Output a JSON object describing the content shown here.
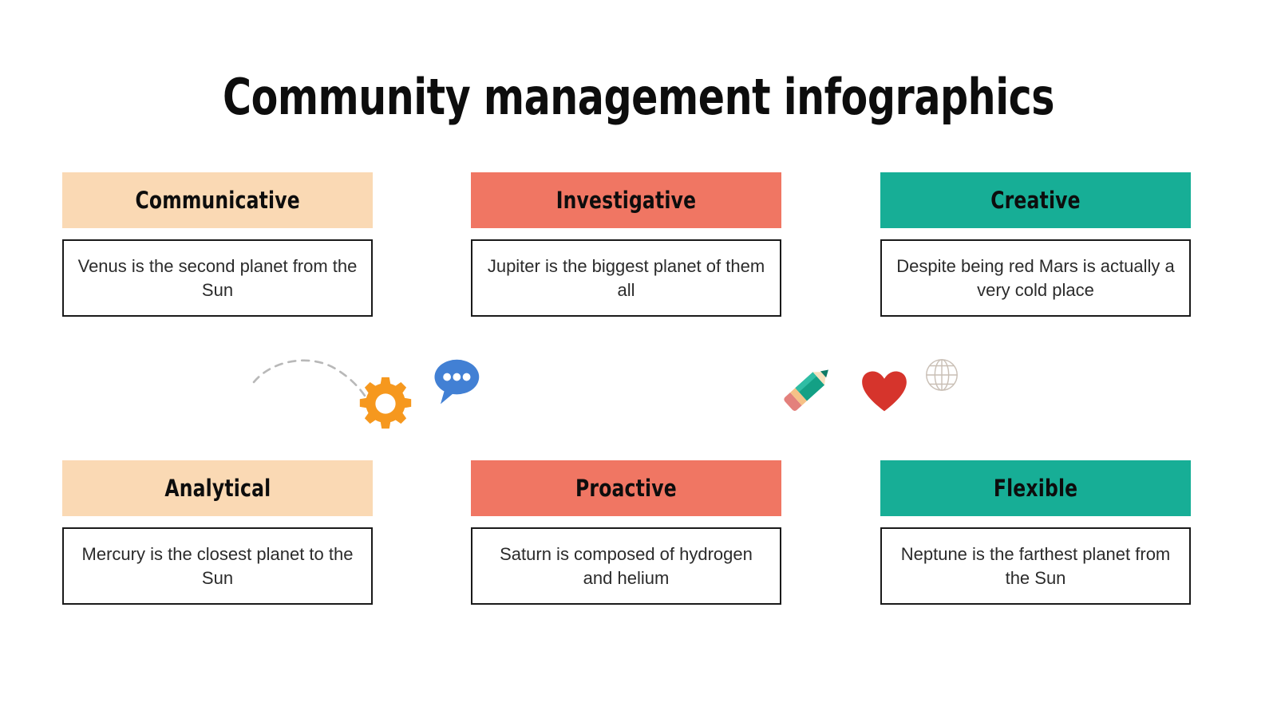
{
  "slide": {
    "title": "Community management infographics",
    "background_color": "#ffffff"
  },
  "palette": {
    "peach": "#fad9b4",
    "salmon": "#f07663",
    "teal": "#17ae96",
    "box_border": "#1a1a1a",
    "title_text": "#0d0d0d",
    "body_text": "#2b2b2b",
    "gear_orange": "#f6981e",
    "bubble_blue": "#4280d4",
    "pencil_teal": "#13a085",
    "pencil_wood": "#f6c187",
    "pencil_eraser": "#e3807c",
    "heart_red": "#d6342c",
    "globe_tan": "#c9bfb5",
    "arc_gray": "#b8b8b8"
  },
  "cards": [
    {
      "header": "Communicative",
      "header_color": "#fad9b4",
      "body": "Venus is the second planet from the Sun"
    },
    {
      "header": "Investigative",
      "header_color": "#f07663",
      "body": "Jupiter is the biggest planet of them all"
    },
    {
      "header": "Creative",
      "header_color": "#17ae96",
      "body": "Despite being red Mars is actually a very cold place"
    },
    {
      "header": "Analytical",
      "header_color": "#fad9b4",
      "body": "Mercury is the closest planet to the Sun"
    },
    {
      "header": "Proactive",
      "header_color": "#f07663",
      "body": "Saturn is composed of hydrogen and helium"
    },
    {
      "header": "Flexible",
      "header_color": "#17ae96",
      "body": "Neptune is the farthest planet from the Sun"
    }
  ],
  "decorations": [
    {
      "name": "dashed-arc-icon",
      "color": "#b8b8b8"
    },
    {
      "name": "gear-icon",
      "color": "#f6981e"
    },
    {
      "name": "speech-bubble-icon",
      "color": "#4280d4"
    },
    {
      "name": "pencil-icon",
      "color": "#13a085"
    },
    {
      "name": "heart-icon",
      "color": "#d6342c"
    },
    {
      "name": "globe-icon",
      "color": "#c9bfb5"
    }
  ]
}
